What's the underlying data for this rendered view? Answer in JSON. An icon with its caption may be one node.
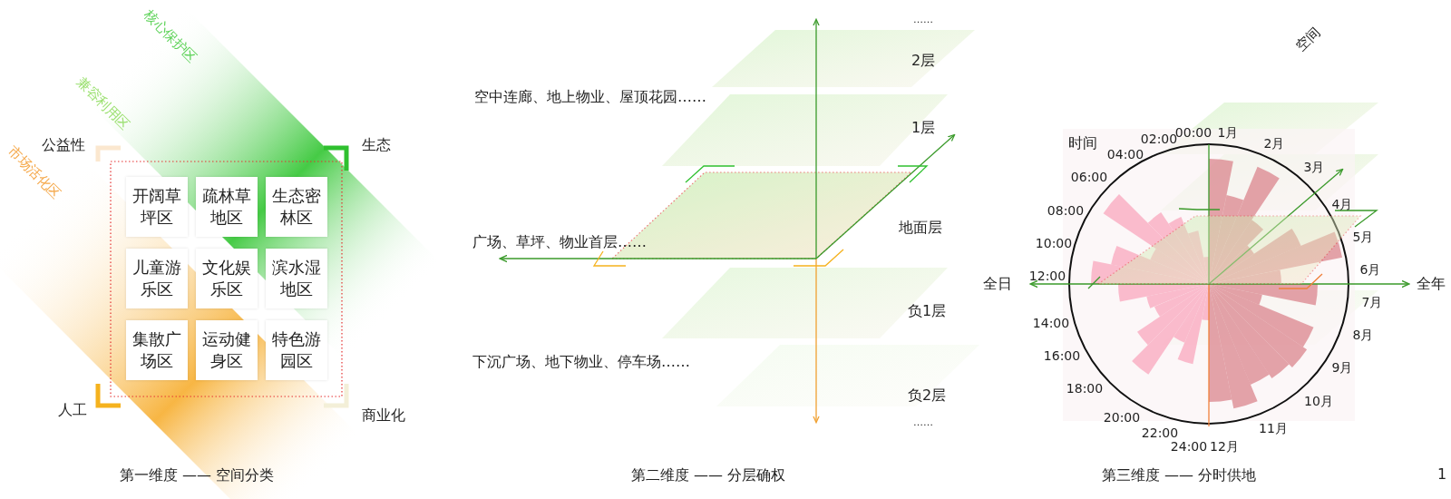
{
  "diagram": {
    "nodes": [
      {
        "text": [
          "开阔草坪区"
        ]
      },
      {
        "text": [
          "疏林草地区"
        ]
      },
      {
        "text": [
          "生态密林区"
        ]
      },
      {
        "text": [
          "儿童游乐区"
        ]
      },
      {
        "text": [
          "文化娱乐区"
        ]
      },
      {
        "text": [
          "滨水湿地区"
        ]
      },
      {
        "text": [
          "集散广场区"
        ]
      },
      {
        "text": [
          "运动健身区"
        ]
      },
      {
        "text": [
          "特色游园区"
        ]
      }
    ],
    "labels": [
      "核心保护区",
      "兼容利用区",
      "市场活化区",
      "公益性",
      "生态",
      "人工",
      "商业化",
      "第一维度 —— 空间分类",
      "……",
      "2层",
      "空中连廊、地上物业、屋顶花园……",
      "1层",
      "地面层",
      "广场、草坪、物业首层……",
      "负1层",
      "下沉广场、地下物业、停车场……",
      "负2层",
      "……",
      "第二维度 —— 分层确权",
      "空间",
      "时间",
      "00:00",
      "02:00",
      "04:00",
      "06:00",
      "08:00",
      "10:00",
      "12:00",
      "14:00",
      "16:00",
      "18:00",
      "20:00",
      "22:00",
      "24:00",
      "1月",
      "2月",
      "3月",
      "4月",
      "5月",
      "6月",
      "7月",
      "8月",
      "9月",
      "10月",
      "11月",
      "12月",
      "全日",
      "全年",
      "第三维度 —— 分时供地",
      "1"
    ]
  }
}
